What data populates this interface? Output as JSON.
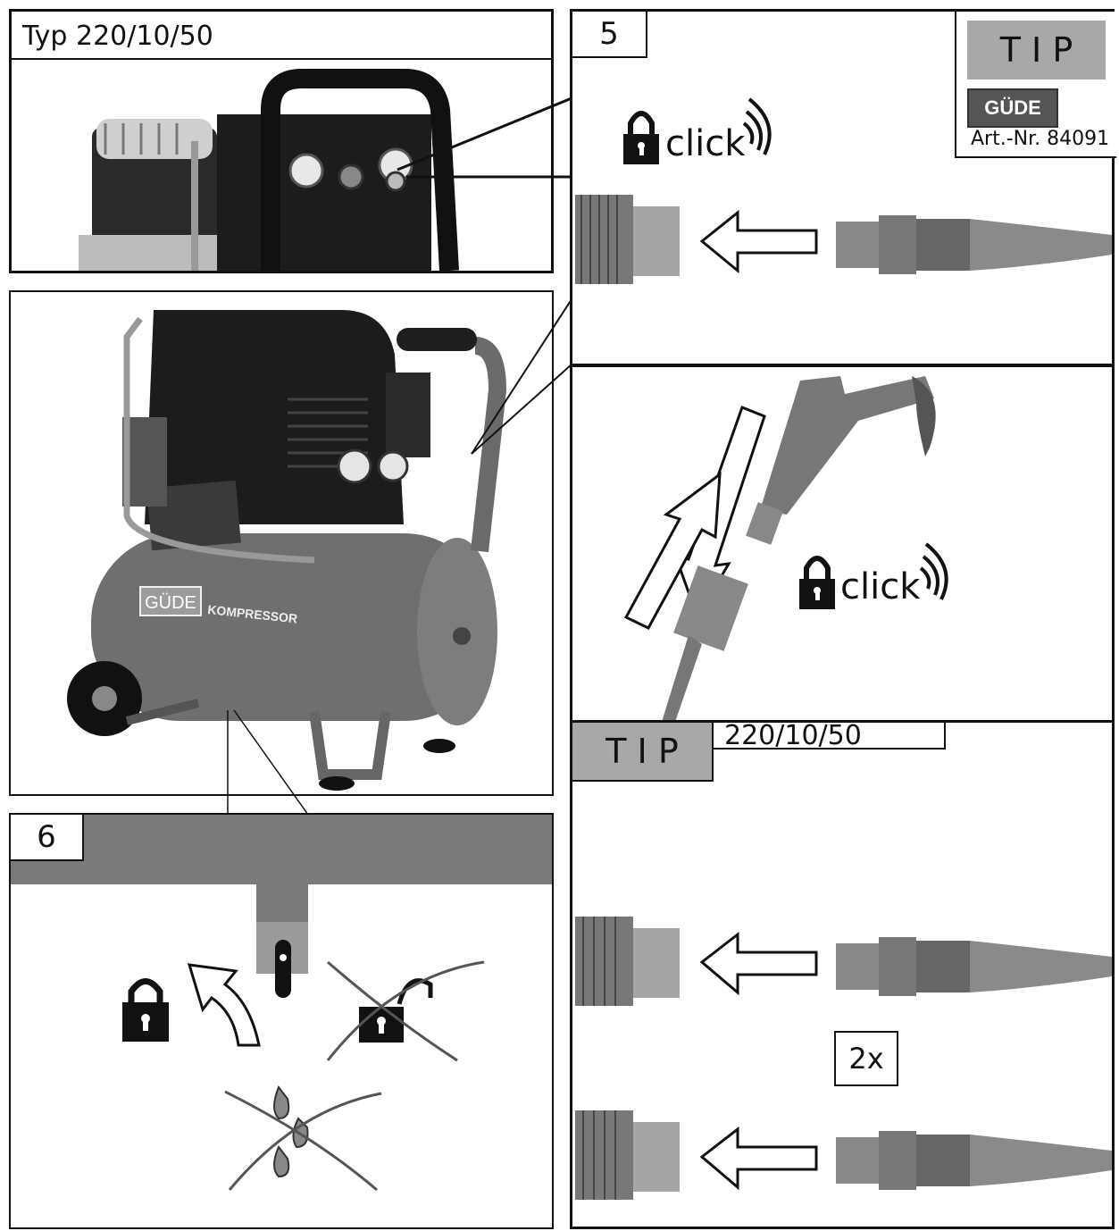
{
  "top_left_panel": {
    "title": "Typ 220/10/50"
  },
  "step5": {
    "number": "5",
    "click_text": "click",
    "click_text_2": "click",
    "tip_box": {
      "label": "T I P",
      "brand": "GÜDE",
      "article": "Art.-Nr. 84091"
    }
  },
  "main_panel": {
    "brand": "GÜDE",
    "product": "KOMPRESSOR"
  },
  "step6": {
    "number": "6"
  },
  "tip_panel": {
    "label": "T I P",
    "model": "220/10/50",
    "count": "2x"
  },
  "colors": {
    "line": "#111111",
    "tank": "#6f6f6f",
    "body": "#1c1c1c",
    "tip_grey": "#a8a8a8",
    "bar_grey": "#7a7a7a"
  }
}
